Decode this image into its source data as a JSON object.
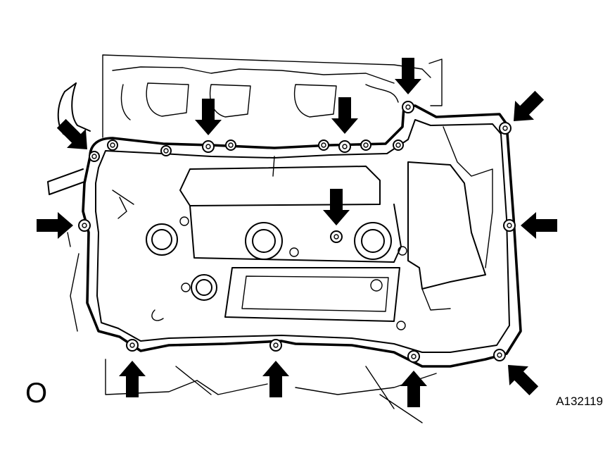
{
  "figure": {
    "id_label": "A132119",
    "corner_mark": "O"
  },
  "colors": {
    "ink": "#000000",
    "paper": "#ffffff"
  },
  "arrows": [
    {
      "id": "top-left-corner",
      "direction": "down-right"
    },
    {
      "id": "top-left-center",
      "direction": "down"
    },
    {
      "id": "top-right-center",
      "direction": "down"
    },
    {
      "id": "top-rear",
      "direction": "down"
    },
    {
      "id": "top-right-corner",
      "direction": "down-left"
    },
    {
      "id": "left-middle",
      "direction": "right"
    },
    {
      "id": "center-port",
      "direction": "down"
    },
    {
      "id": "right-middle",
      "direction": "left"
    },
    {
      "id": "bottom-left",
      "direction": "up"
    },
    {
      "id": "bottom-center",
      "direction": "up"
    },
    {
      "id": "bottom-right",
      "direction": "up"
    },
    {
      "id": "bottom-right-corner",
      "direction": "up-left"
    }
  ]
}
